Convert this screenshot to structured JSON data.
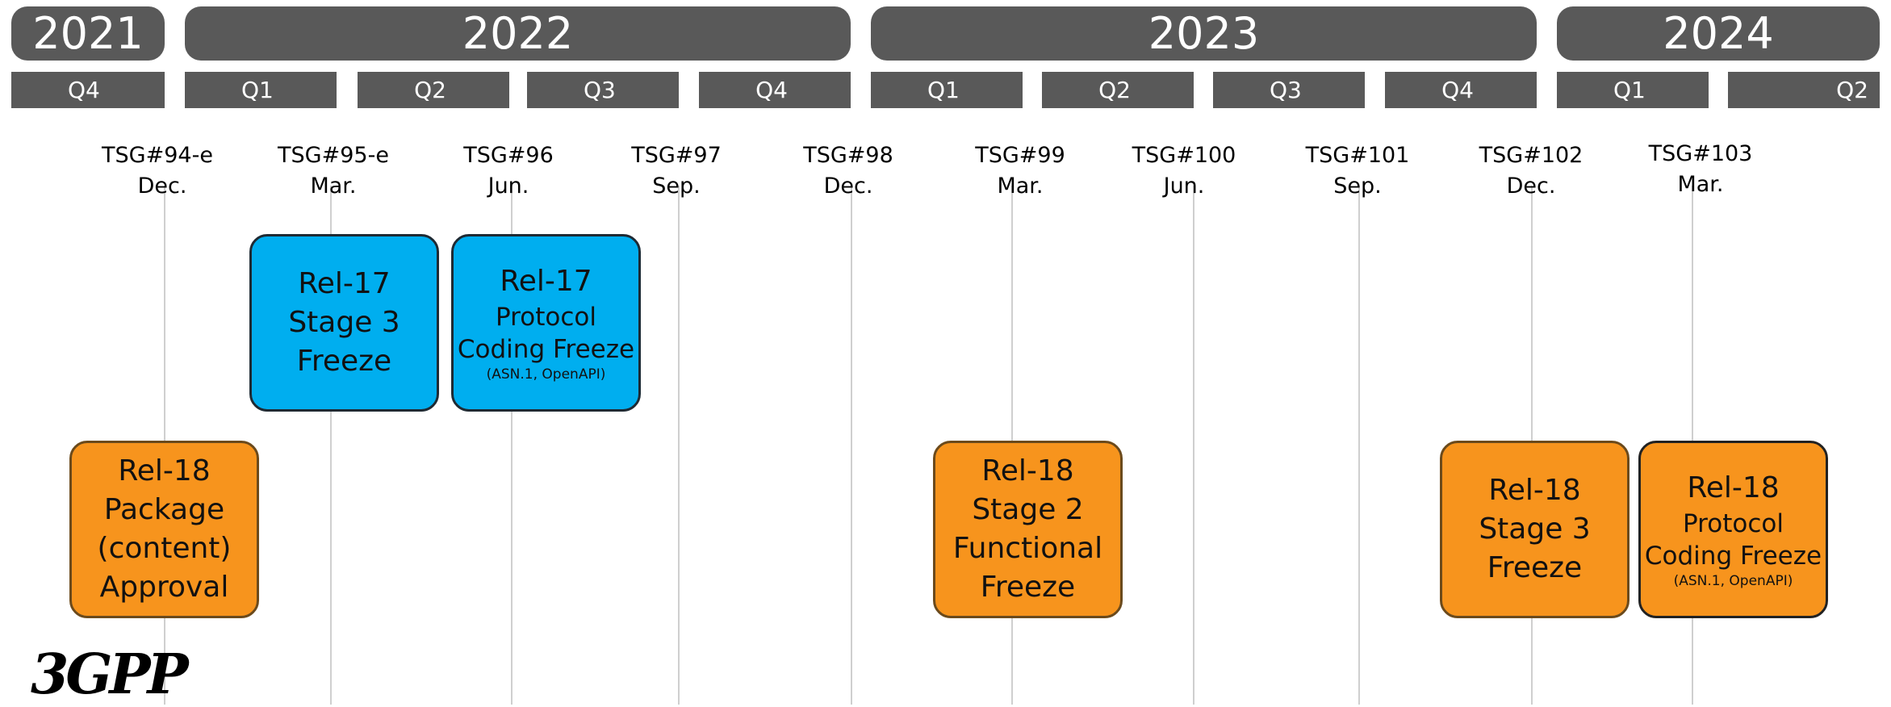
{
  "years": [
    "2021",
    "2022",
    "2023",
    "2024"
  ],
  "quarters": [
    "Q4",
    "Q1",
    "Q2",
    "Q3",
    "Q4",
    "Q1",
    "Q2",
    "Q3",
    "Q4",
    "Q1",
    "Q2"
  ],
  "meetings": [
    {
      "id": "TSG#94-e",
      "month": "Dec."
    },
    {
      "id": "TSG#95-e",
      "month": "Mar."
    },
    {
      "id": "TSG#96",
      "month": "Jun."
    },
    {
      "id": "TSG#97",
      "month": "Sep."
    },
    {
      "id": "TSG#98",
      "month": "Dec."
    },
    {
      "id": "TSG#99",
      "month": "Mar."
    },
    {
      "id": "TSG#100",
      "month": "Jun."
    },
    {
      "id": "TSG#101",
      "month": "Sep."
    },
    {
      "id": "TSG#102",
      "month": "Dec."
    },
    {
      "id": "TSG#103",
      "month": "Mar."
    }
  ],
  "milestones": {
    "rel17_stage3": {
      "line1": "Rel-17",
      "line2": "Stage 3",
      "line3": "Freeze"
    },
    "rel17_protocol": {
      "line1": "Rel-17",
      "line2": "Protocol",
      "line3": "Coding Freeze",
      "note": "(ASN.1, OpenAPI)"
    },
    "rel18_package": {
      "line1": "Rel-18",
      "line2": "Package",
      "line3": "(content)",
      "line4": "Approval"
    },
    "rel18_stage2": {
      "line1": "Rel-18",
      "line2": "Stage 2",
      "line3": "Functional",
      "line4": "Freeze"
    },
    "rel18_stage3": {
      "line1": "Rel-18",
      "line2": "Stage 3",
      "line3": "Freeze"
    },
    "rel18_protocol": {
      "line1": "Rel-18",
      "line2": "Protocol",
      "line3": "Coding Freeze",
      "note": "(ASN.1, OpenAPI)"
    }
  },
  "logo": {
    "text": "3GPP"
  },
  "colors": {
    "header": "#595959",
    "rel17": "#00aeef",
    "rel18": "#f7941d"
  }
}
